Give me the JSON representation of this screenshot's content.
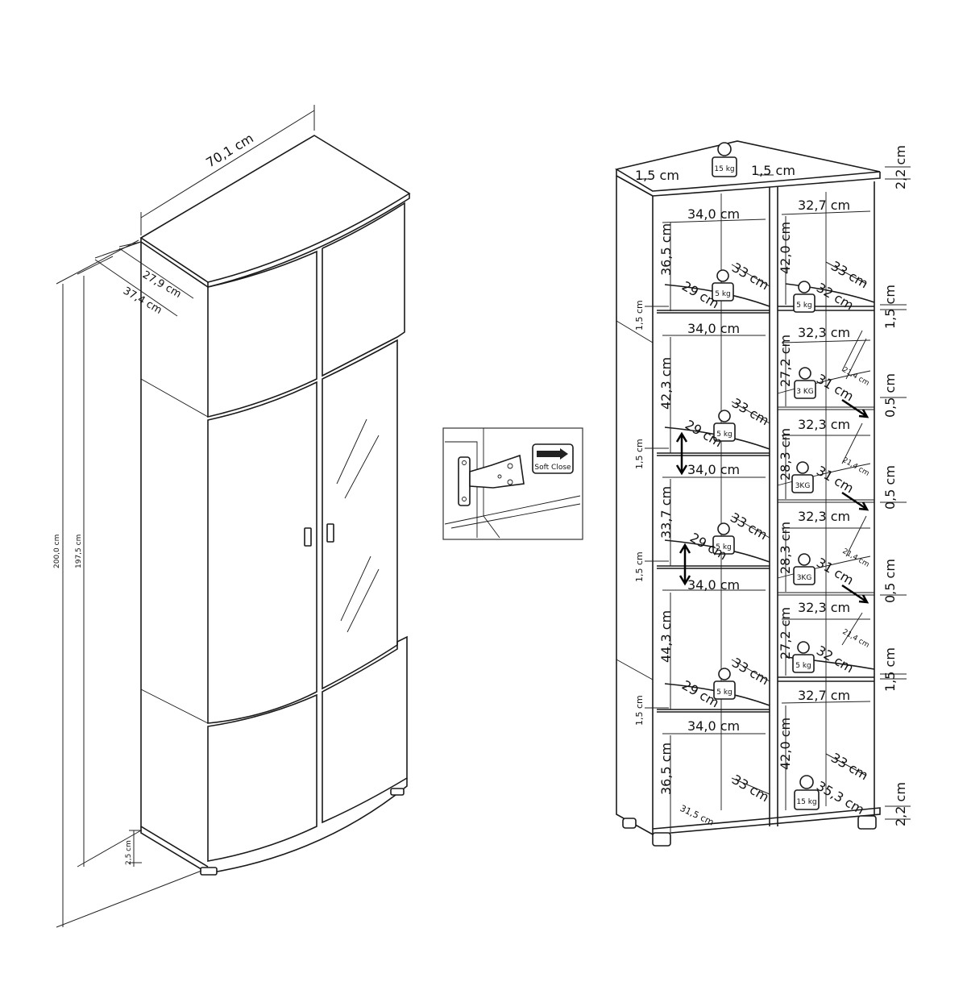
{
  "left_view": {
    "width": "70,1 cm",
    "depth_inner": "27,9 cm",
    "depth_outer": "37,4 cm",
    "height_total": "200,0 cm",
    "height_body": "197,5 cm",
    "foot_height": "2,5 cm"
  },
  "hinge_inset": {
    "badge_label": "Soft Close"
  },
  "right_view": {
    "panel_thickness_left": "1,5 cm",
    "panel_thickness_mid": "1,5 cm",
    "top_thickness": "2,2 cm",
    "bottom_thickness": "2,2 cm",
    "top_weight": "15 kg",
    "bottom_weight": "15 kg",
    "left_column": {
      "width": "34,0 cm",
      "shelf_thickness": "1,5 cm",
      "heights": [
        "36,5 cm",
        "42,3 cm",
        "33,7 cm",
        "44,3 cm",
        "36,5 cm"
      ],
      "shelf_depth_a": "33 cm",
      "shelf_depth_b": "29 cm",
      "bottom_depth_a": "33 cm",
      "bottom_depth_b": "31,5 cm",
      "shelf_weight": "5 kg"
    },
    "right_column": {
      "top_width": "32,7 cm",
      "inner_width": "32,3 cm",
      "top_height": "42,0 cm",
      "bottom_height": "42,0 cm",
      "glass_heights": [
        "27,2 cm",
        "28,3 cm",
        "28,3 cm",
        "27,2 cm"
      ],
      "shelf_depth_wood": "33 cm",
      "shelf_depth_front": "32 cm",
      "glass_depth": "31 cm",
      "glass_width": "21,4 cm",
      "bottom_depth": "35,3 cm",
      "glass_weight": "3 KG",
      "glass_weight_alt": "3KG",
      "wood_weight": "5 kg",
      "glass_thickness": "0,5 cm",
      "wood_thickness": "1,5 cm"
    }
  }
}
